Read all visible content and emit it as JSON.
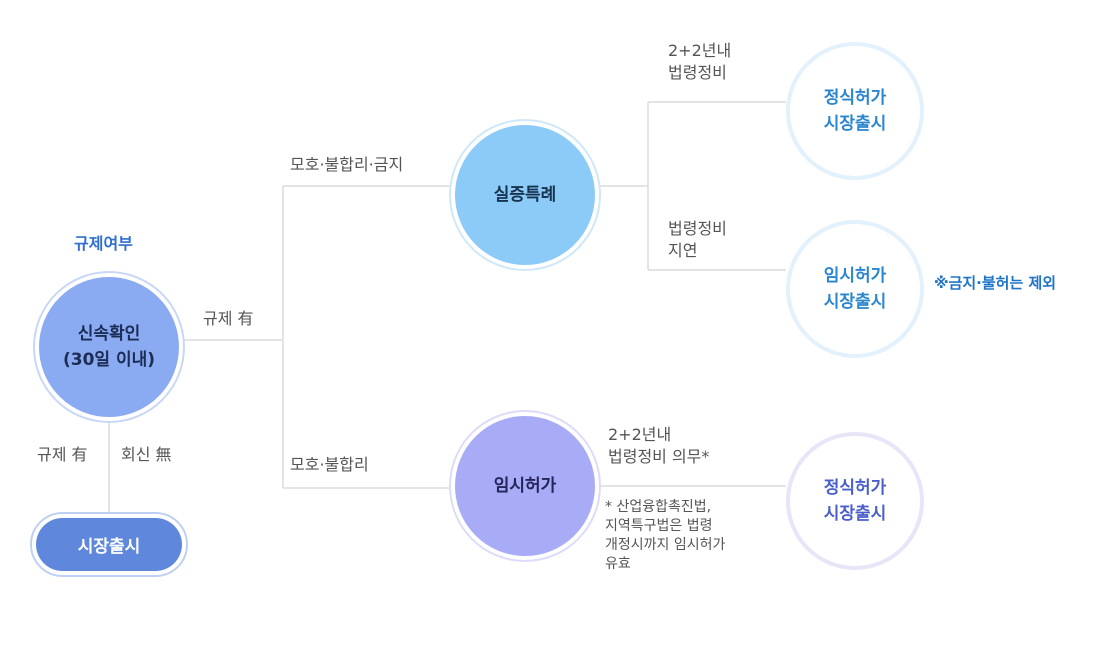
{
  "header": {
    "title": "규제여부"
  },
  "nodes": {
    "check": "신속확인\n(30일 이내)",
    "market_launch": "시장출시",
    "demonstration": "실증특례",
    "temporary": "임시허가",
    "outcome_formal_1": "정식허가\n시장출시",
    "outcome_temporary": "임시허가\n시장출시",
    "outcome_formal_2": "정식허가\n시장출시"
  },
  "labels": {
    "regulated_right": "규제 有",
    "regulated_down": "규제 有",
    "no_reply": "회신 無",
    "branch_top": "모호·불합리·금지",
    "branch_bottom": "모호·불합리",
    "upper_path": "2+2년내\n법령정비",
    "delay_path": "법령정비\n지연",
    "lower_path": "2+2년내\n법령정비 의무*",
    "footnote": "* 산업융합촉진법,\n  지역특구법은 법령\n  개정시까지 임시허가\n  유효"
  },
  "side_note": "※금지·불허는 제외"
}
